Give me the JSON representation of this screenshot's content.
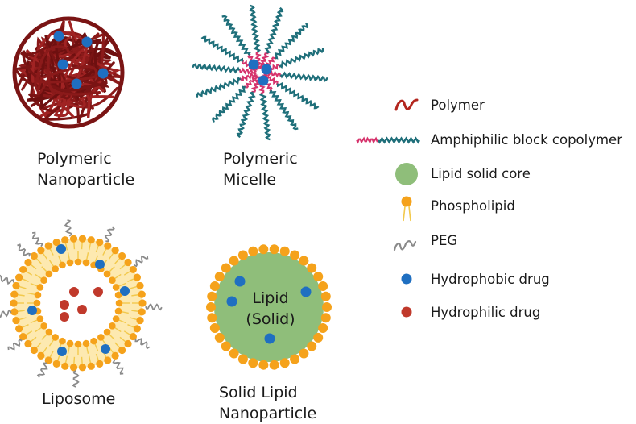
{
  "panels": {
    "polymeric_nanoparticle": {
      "line1": "Polymeric",
      "line2": "Nanoparticle"
    },
    "polymeric_micelle": {
      "line1": "Polymeric",
      "line2": "Micelle"
    },
    "liposome": {
      "line1": "Liposome"
    },
    "solid_lipid_nanoparticle": {
      "line1": "Solid Lipid",
      "line2": "Nanoparticle",
      "core_line1": "Lipid",
      "core_line2": "(Solid)"
    }
  },
  "legend": [
    {
      "icon": "polymer-icon",
      "label": "Polymer"
    },
    {
      "icon": "amphiphilic-copolymer-icon",
      "label": "Amphiphilic block copolymer"
    },
    {
      "icon": "lipid-core-icon",
      "label": "Lipid solid core"
    },
    {
      "icon": "phospholipid-icon",
      "label": "Phospholipid"
    },
    {
      "icon": "peg-icon",
      "label": "PEG"
    },
    {
      "icon": "hydrophobic-drug-icon",
      "label": "Hydrophobic drug"
    },
    {
      "icon": "hydrophilic-drug-icon",
      "label": "Hydrophilic drug"
    }
  ],
  "colors": {
    "polymer": "#8b1a1a",
    "copolymer_hydrophobic": "#d6336c",
    "copolymer_hydrophilic": "#1f6f7a",
    "lipid_core": "#8fbe7a",
    "phospholipid_head": "#f5a21b",
    "phospholipid_tail": "#f2c94c",
    "peg": "#8a8a8a",
    "hydrophobic_drug": "#1f6fc1",
    "hydrophilic_drug": "#c0392b"
  }
}
